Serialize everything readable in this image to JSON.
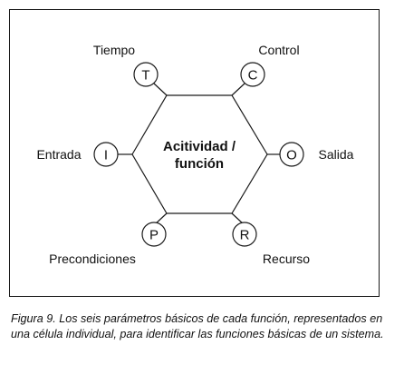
{
  "center": {
    "line1": "Acitividad /",
    "line2": "función"
  },
  "nodes": [
    {
      "key": "T",
      "letter": "T",
      "label": "Tiempo"
    },
    {
      "key": "C",
      "letter": "C",
      "label": "Control"
    },
    {
      "key": "I",
      "letter": "I",
      "label": "Entrada"
    },
    {
      "key": "O",
      "letter": "O",
      "label": "Salida"
    },
    {
      "key": "P",
      "letter": "P",
      "label": "Precondiciones"
    },
    {
      "key": "R",
      "letter": "R",
      "label": "Recurso"
    }
  ],
  "caption": "Figura 9. Los seis parámetros básicos de cada función, representados en una célula individual, para identificar las funciones básicas de un sistema."
}
